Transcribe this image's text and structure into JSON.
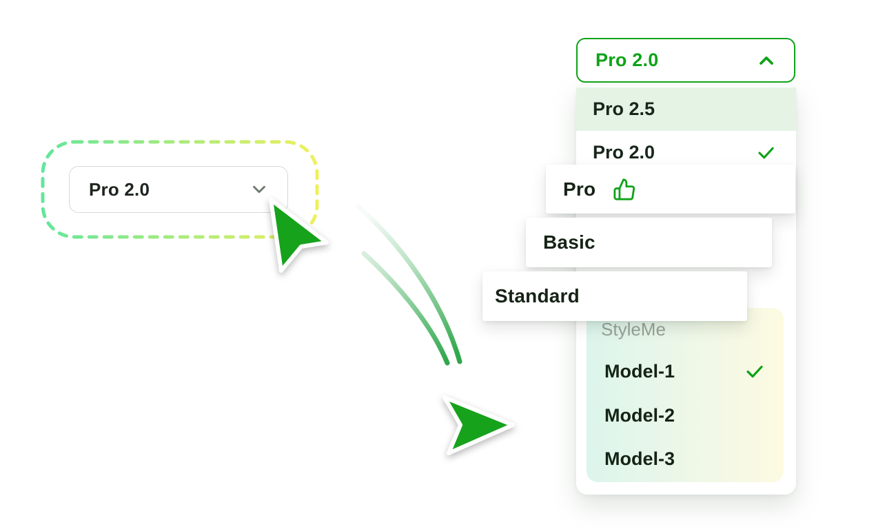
{
  "colors": {
    "accent_green": "#0FA318",
    "cursor_green": "#17A21B",
    "row_highlight_bg": "#E4F3E4",
    "dark_text": "#18261A",
    "muted_group_text": "#98A298",
    "closed_select_border": "#D4DAD4",
    "dash_gradient_start": "#63E69C",
    "dash_gradient_end": "#EFF05C",
    "style_card_gradient": [
      "#DCF5EC",
      "#EEF7E8",
      "#FDFAE1"
    ]
  },
  "closed_select": {
    "value": "Pro 2.0",
    "state": "collapsed"
  },
  "open_select": {
    "value": "Pro 2.0",
    "state": "expanded"
  },
  "dropdown": {
    "row_pro25": {
      "label": "Pro 2.5",
      "highlighted": true
    },
    "row_pro20": {
      "label": "Pro 2.0",
      "checked": true
    },
    "option_pro": {
      "label": "Pro",
      "icon": "thumbs-up-icon"
    },
    "option_basic": {
      "label": "Basic"
    },
    "option_standard": {
      "label": "Standard"
    },
    "group": {
      "title": "StyleMe",
      "model1": {
        "label": "Model-1",
        "checked": true
      },
      "model2": {
        "label": "Model-2"
      },
      "model3": {
        "label": "Model-3"
      }
    }
  }
}
